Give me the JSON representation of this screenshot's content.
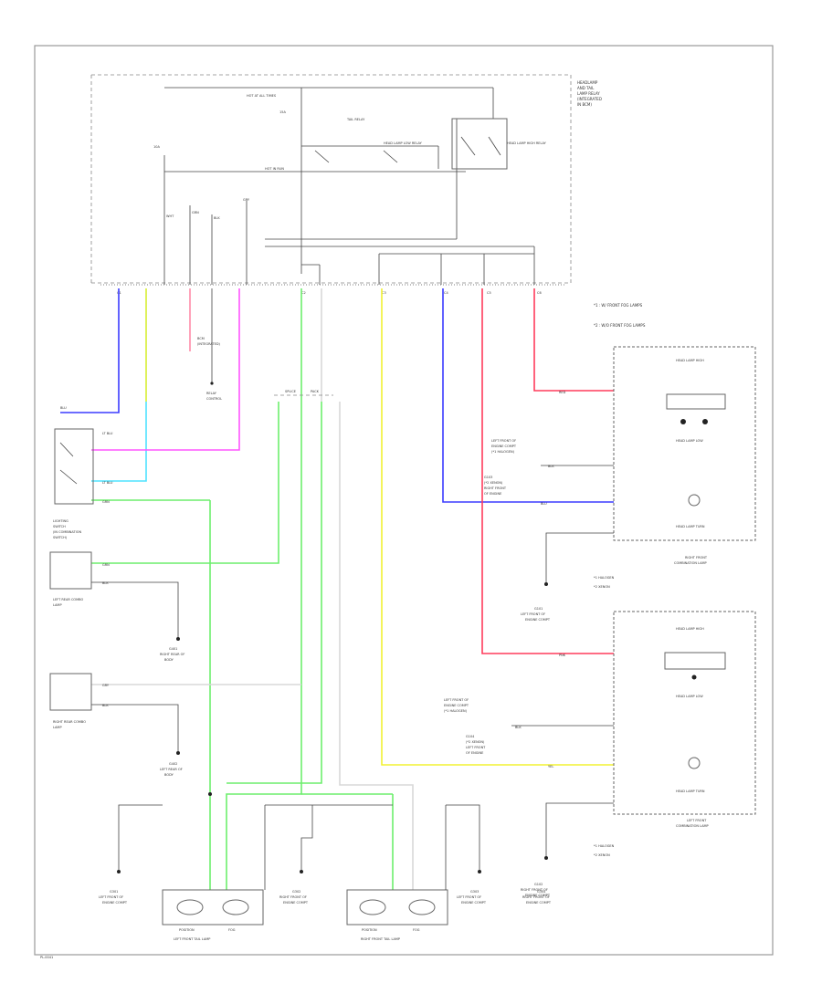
{
  "diagram": {
    "page_code": "PL-0041",
    "module_title": [
      "HEADLAMP",
      "AND TAIL",
      "LAMP RELAY",
      "(INTEGRATED",
      "IN BCM)"
    ],
    "module_labels": {
      "fuse_a": "15A",
      "fuse_b": "10A",
      "relay_a": "HEAD LAMP LOW RELAY",
      "relay_b": "HEAD LAMP HIGH RELAY",
      "relay_tail": "TAIL RELAY",
      "bus": "HOT AT ALL TIMES",
      "ign": "HOT IN RUN"
    },
    "legend": [
      "*1 : W/ FRONT FOG LAMPS",
      "*2 : W/O FRONT FOG LAMPS"
    ],
    "connectors": {
      "c1": "C1",
      "c2": "C2",
      "c3": "C3",
      "c4": "C4",
      "c5": "C5",
      "c6": "C6"
    },
    "wire_labels": {
      "blu": "BLU",
      "lt_blu": "LT BLU",
      "yel": "YEL",
      "grn": "GRN",
      "red": "RED",
      "pnk": "PNK",
      "wht": "WHT",
      "blk": "BLK",
      "gry": "GRY"
    },
    "left_components": {
      "switch": [
        "LIGHTING",
        "SWITCH",
        "(IN COMBINATION",
        "SWITCH)"
      ],
      "left_rear": [
        "LEFT REAR COMBO",
        "LAMP"
      ],
      "right_rear": [
        "RIGHT REAR COMBO",
        "LAMP"
      ],
      "ground_lt": [
        "G401",
        "RIGHT REAR OF",
        "BODY"
      ],
      "ground_lt2": [
        "G402",
        "LEFT REAR OF",
        "BODY"
      ],
      "splice": [
        "SPLICE",
        "PACK"
      ],
      "bcm_note": [
        "BCM",
        "(INTEGRATED)",
        "RELAY",
        "CONTROL"
      ]
    },
    "right_front_lamp": {
      "label": [
        "RIGHT FRONT",
        "COMBINATION LAMP"
      ],
      "high": "HEAD LAMP HIGH",
      "low": "HEAD LAMP LOW",
      "turn": "HEAD LAMP TURN",
      "ground": [
        "G101",
        "LEFT FRONT OF",
        "ENGINE COMPT"
      ],
      "note_a": "*1 HALOGEN",
      "note_b": "*2 XENON"
    },
    "left_front_lamp": {
      "label": [
        "LEFT FRONT",
        "COMBINATION LAMP"
      ],
      "high": "HEAD LAMP HIGH",
      "low": "HEAD LAMP LOW",
      "turn": "HEAD LAMP TURN",
      "ground": [
        "G102",
        "RIGHT FRONT OF",
        "ENGINE COMPT"
      ],
      "note_a": "*1 HALOGEN",
      "note_b": "*2 XENON"
    },
    "mid_labels": {
      "gnd_a": [
        "LEFT FRONT OF",
        "ENGINE COMPT",
        "(*1 HALOGEN)"
      ],
      "gnd_b": [
        "G103",
        "(*2 XENON)",
        "RIGHT FRONT",
        "OF ENGINE"
      ],
      "gnd_c": [
        "LEFT FRONT OF",
        "ENGINE COMPT",
        "(*1 HALOGEN)"
      ],
      "gnd_d": [
        "G104",
        "(*2 XENON)",
        "LEFT FRONT",
        "OF ENGINE"
      ]
    },
    "bottom": {
      "left_tail": "LEFT FRONT TAIL LAMP",
      "right_tail": "RIGHT FRONT TAIL LAMP",
      "left_pos": "POSITION",
      "left_fog": "FOG",
      "right_pos": "POSITION",
      "right_fog": "FOG",
      "g1": [
        "G301",
        "LEFT FRONT OF",
        "ENGINE COMPT"
      ],
      "g2": [
        "G302",
        "RIGHT FRONT OF",
        "ENGINE COMPT"
      ],
      "g3": [
        "G303",
        "LEFT FRONT OF",
        "ENGINE COMPT"
      ],
      "g4": [
        "G304",
        "RIGHT FRONT OF",
        "ENGINE COMPT"
      ]
    },
    "colors": {
      "blue": "#3b3bff",
      "cyan": "#4fe3ff",
      "magenta": "#ff55ff",
      "green": "#6dee6d",
      "yellow": "#f2f233",
      "red": "#ff3b5b",
      "pink": "#ff8aa8",
      "gray": "#d8d8d8"
    }
  }
}
